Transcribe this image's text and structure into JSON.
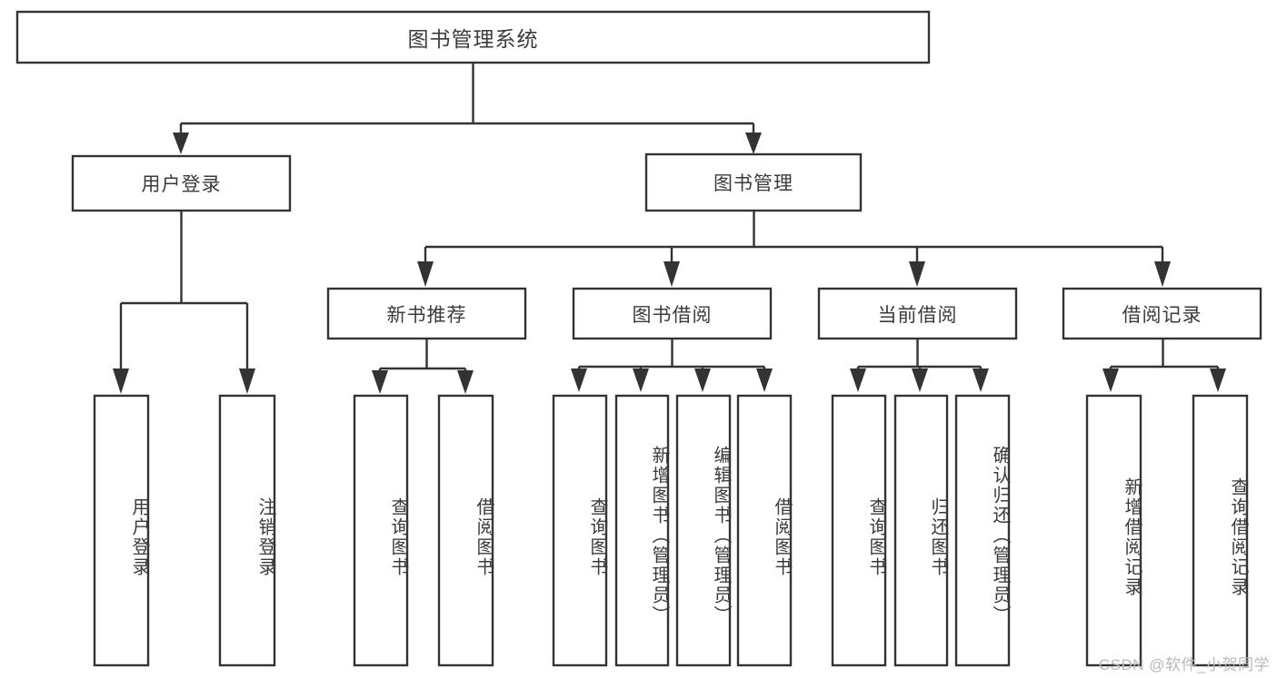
{
  "diagram": {
    "title": "图书管理系统",
    "type": "tree-hierarchy-diagram",
    "root": {
      "label": "图书管理系统"
    },
    "level2": [
      {
        "label": "用户登录"
      },
      {
        "label": "图书管理"
      }
    ],
    "level3": [
      {
        "label": "新书推荐"
      },
      {
        "label": "图书借阅"
      },
      {
        "label": "当前借阅"
      },
      {
        "label": "借阅记录"
      }
    ],
    "leaves": {
      "user_login": [
        {
          "label": "用户登录"
        },
        {
          "label": "注销登录"
        }
      ],
      "new_book_recommend": [
        {
          "label": "查询图书"
        },
        {
          "label": "借阅图书"
        }
      ],
      "book_borrow": [
        {
          "label": "查询图书"
        },
        {
          "label": "新增图书（管理员）"
        },
        {
          "label": "编辑图书（管理员）"
        },
        {
          "label": "借阅图书"
        }
      ],
      "current_borrow": [
        {
          "label": "查询图书"
        },
        {
          "label": "归还图书"
        },
        {
          "label": "确认归还（管理员）"
        }
      ],
      "borrow_record": [
        {
          "label": "新增借阅记录"
        },
        {
          "label": "查询借阅记录"
        }
      ]
    },
    "watermark": "CSDN @软件_小贺同学",
    "colors": {
      "stroke": "#333333",
      "text": "#3b3b3b",
      "background": "#ffffff",
      "watermark": "#b9b9b9"
    }
  }
}
